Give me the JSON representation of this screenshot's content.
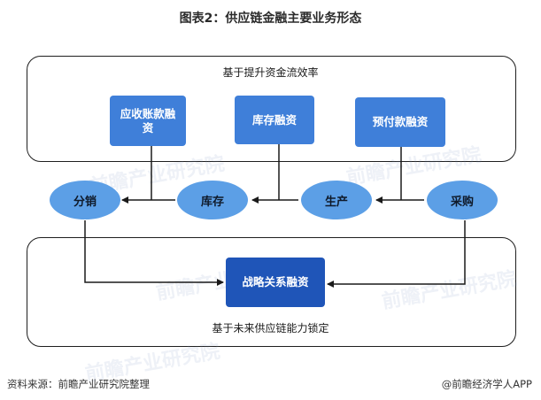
{
  "title": "图表2：供应链金融主要业务形态",
  "top_panel": {
    "caption": "基于提升资金流效率"
  },
  "bottom_panel": {
    "caption": "基于未来供应链能力锁定"
  },
  "finance_boxes": [
    {
      "id": "receivables",
      "label": "应收账款融资"
    },
    {
      "id": "inventory",
      "label": "库存融资"
    },
    {
      "id": "prepayment",
      "label": "预付款融资"
    }
  ],
  "stages": [
    {
      "id": "distribution",
      "label": "分销"
    },
    {
      "id": "inventory",
      "label": "库存"
    },
    {
      "id": "production",
      "label": "生产"
    },
    {
      "id": "procurement",
      "label": "采购"
    }
  ],
  "strategic_box": {
    "label": "战略关系融资"
  },
  "watermark": "前瞻产业研究院",
  "footer": {
    "source": "资料来源：前瞻产业研究院整理",
    "brand": "@前瞻经济学人APP"
  },
  "colors": {
    "finance_box": "#3f7fd9",
    "strategic_box": "#1f55b8",
    "stage_ellipse": "#5c9fe6",
    "line": "#1a1a1a"
  }
}
